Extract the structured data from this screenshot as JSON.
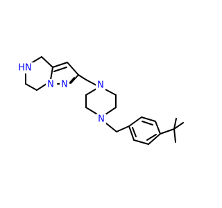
{
  "molecule": {
    "atom_labels": {
      "nh": "HN",
      "n_ring_a": "N",
      "n_ring_b": "N",
      "n_pip_top": "N",
      "n_pip_bottom": "N"
    },
    "colors": {
      "bond": "#000000",
      "heteroatom": "#0000ff",
      "background": "#ffffff"
    }
  }
}
